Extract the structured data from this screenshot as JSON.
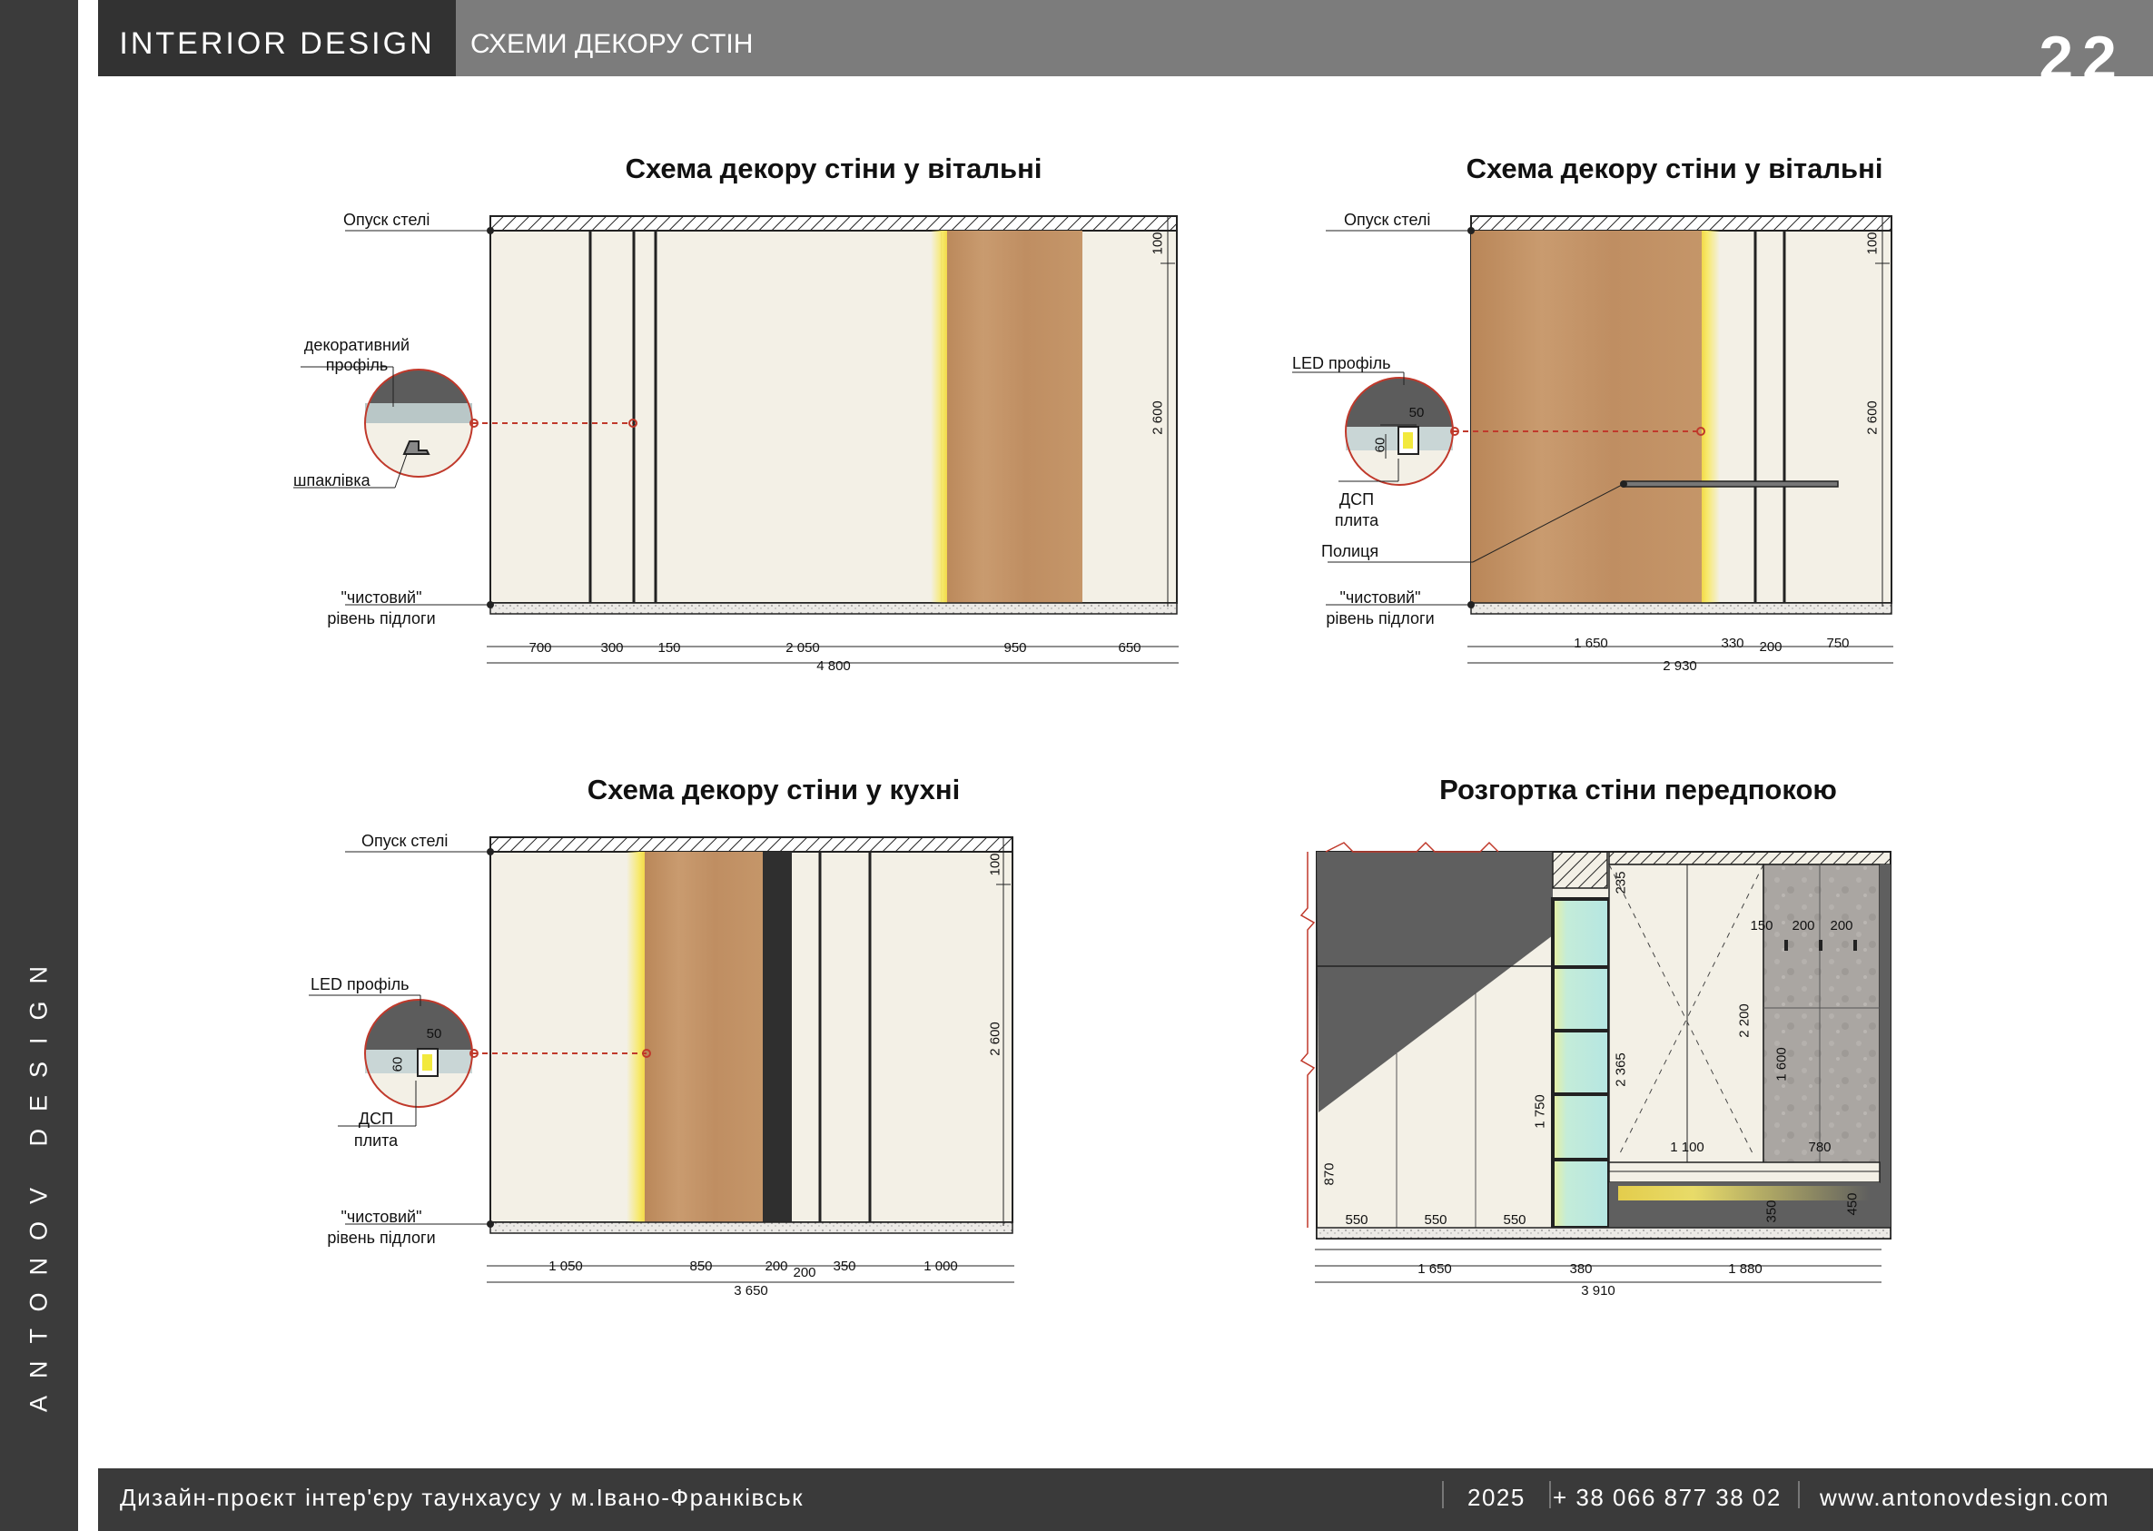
{
  "header": {
    "brand": "INTERIOR  DESIGN",
    "section": "СХЕМИ ДЕКОРУ СТІН",
    "page_number": "22"
  },
  "sidebar": {
    "brand_vertical": "ANTONOV DESIGN"
  },
  "footer": {
    "project": "Дизайн-проєкт інтер'єру таунхаусу у м.Івано-Франківськ",
    "year": "2025",
    "phone": "+ 38 066 877 38 02",
    "website": "www.antonovdesign.com"
  },
  "drawings": {
    "living1": {
      "title": "Схема декору стіни у вітальні",
      "ceiling_label": "Опуск стелі",
      "floor_label_1": "\"чистовий\"",
      "floor_label_2": "рівень підлоги",
      "detail_label_1": "декоративний",
      "detail_label_2": "профіль",
      "detail_label_3": "шпаклівка",
      "height_top": "100",
      "height_total": "2 600",
      "widths": [
        "700",
        "300",
        "150",
        "2 050",
        "950",
        "650"
      ],
      "total_width": "4 800"
    },
    "living2": {
      "title": "Схема декору стіни у вітальні",
      "ceiling_label": "Опуск стелі",
      "floor_label_1": "\"чистовий\"",
      "floor_label_2": "рівень підлоги",
      "detail_label_1": "LED профіль",
      "detail_label_2": "ДСП",
      "detail_label_3": "плита",
      "detail_dim_1": "50",
      "detail_dim_2": "60",
      "shelf_label": "Полиця",
      "height_top": "100",
      "height_total": "2 600",
      "widths": [
        "1 650",
        "330",
        "200",
        "750"
      ],
      "total_width": "2 930"
    },
    "kitchen": {
      "title": "Схема декору стіни у кухні",
      "ceiling_label": "Опуск стелі",
      "floor_label_1": "\"чистовий\"",
      "floor_label_2": "рівень підлоги",
      "detail_label_1": "LED профіль",
      "detail_label_2": "ДСП",
      "detail_label_3": "плита",
      "detail_dim_1": "50",
      "detail_dim_2": "60",
      "height_top": "100",
      "height_total": "2 600",
      "widths": [
        "1 050",
        "850",
        "200",
        "200",
        "350",
        "1 000"
      ],
      "total_width": "3 650"
    },
    "hallway": {
      "title": "Розгортка стіни передпокою",
      "dims_top": [
        "235",
        "150",
        "200",
        "200"
      ],
      "dims_vertical": [
        "2 365",
        "2 200",
        "1 600",
        "1 750",
        "870",
        "350",
        "450"
      ],
      "dims_inner": [
        "1 100",
        "780"
      ],
      "widths_small": [
        "550",
        "550",
        "550"
      ],
      "widths": [
        "1 650",
        "380",
        "1 880"
      ],
      "total_width": "3 910"
    }
  },
  "colors": {
    "wall": "#f2efe5",
    "wood": "#c4946a",
    "dark_panel": "#5e5e5e",
    "led": "#f7e96a",
    "glass": "#bfe8e0",
    "concrete": "#a8a39e",
    "dashed_leader": "#c0392b"
  }
}
